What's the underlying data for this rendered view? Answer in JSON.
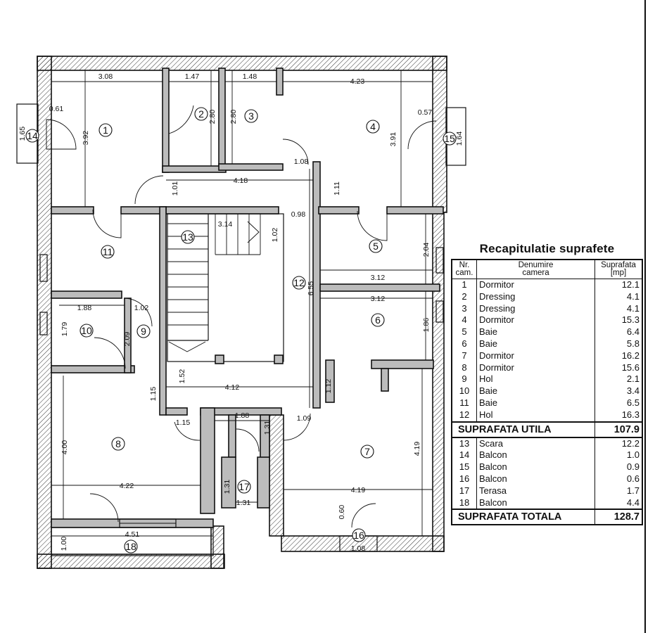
{
  "summary": {
    "title": "Recapitulatie suprafete",
    "headers": {
      "nr": "Nr.\ncam.",
      "name": "Denumire\ncamera",
      "area": "Suprafata\n[mp]"
    },
    "rooms_a": [
      {
        "nr": "1",
        "name": "Dormitor",
        "area": "12.1"
      },
      {
        "nr": "2",
        "name": "Dressing",
        "area": "4.1"
      },
      {
        "nr": "3",
        "name": "Dressing",
        "area": "4.1"
      },
      {
        "nr": "4",
        "name": "Dormitor",
        "area": "15.3"
      },
      {
        "nr": "5",
        "name": "Baie",
        "area": "6.4"
      },
      {
        "nr": "6",
        "name": "Baie",
        "area": "5.8"
      },
      {
        "nr": "7",
        "name": "Dormitor",
        "area": "16.2"
      },
      {
        "nr": "8",
        "name": "Dormitor",
        "area": "15.6"
      },
      {
        "nr": "9",
        "name": "Hol",
        "area": "2.1"
      },
      {
        "nr": "10",
        "name": "Baie",
        "area": "3.4"
      },
      {
        "nr": "11",
        "name": "Baie",
        "area": "6.5"
      },
      {
        "nr": "12",
        "name": "Hol",
        "area": "16.3"
      }
    ],
    "subtotal": {
      "label": "SUPRAFATA UTILA",
      "area": "107.9"
    },
    "rooms_b": [
      {
        "nr": "13",
        "name": "Scara",
        "area": "12.2"
      },
      {
        "nr": "14",
        "name": "Balcon",
        "area": "1.0"
      },
      {
        "nr": "15",
        "name": "Balcon",
        "area": "0.9"
      },
      {
        "nr": "16",
        "name": "Balcon",
        "area": "0.6"
      },
      {
        "nr": "17",
        "name": "Terasa",
        "area": "1.7"
      },
      {
        "nr": "18",
        "name": "Balcon",
        "area": "4.4"
      }
    ],
    "total": {
      "label": "SUPRAFATA TOTALA",
      "area": "128.7"
    }
  },
  "plan": {
    "room_numbers": [
      "1",
      "2",
      "3",
      "4",
      "5",
      "6",
      "7",
      "8",
      "9",
      "10",
      "11",
      "12",
      "13",
      "14",
      "15",
      "16",
      "17",
      "18"
    ],
    "dimensions": [
      "3.08",
      "1.47",
      "1.48",
      "4.23",
      "0.61",
      "1.65",
      "3.92",
      "2.80",
      "2.80",
      "0.57",
      "1.64",
      "3.91",
      "1.08",
      "1.11",
      "1.01",
      "4.18",
      "0.98",
      "3.14",
      "1.02",
      "2.04",
      "3.12",
      "3.12",
      "6.55",
      "1.88",
      "1.02",
      "1.79",
      "2.09",
      "1.86",
      "1.52",
      "1.15",
      "4.12",
      "1.12",
      "1.15",
      "1.88",
      "1.31",
      "1.09",
      "4.00",
      "4.19",
      "1.31",
      "1.31",
      "4.22",
      "4.19",
      "0.60",
      "4.51",
      "1.00",
      "1.08"
    ]
  }
}
